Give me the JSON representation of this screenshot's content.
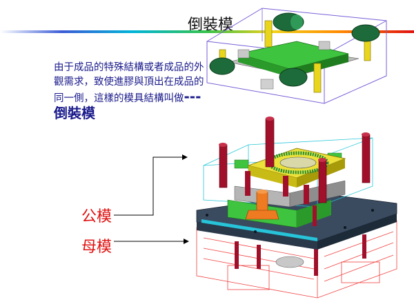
{
  "slide": {
    "title": "倒裝模",
    "body_text": "由于成品的特殊結構或者成品的外觀需求，致使進膠與頂出在成品的同一側，這樣的模具結構叫做",
    "body_emphasis": "---倒裝模",
    "labels": {
      "male_mold": "公模",
      "female_mold": "母模"
    }
  }
}
